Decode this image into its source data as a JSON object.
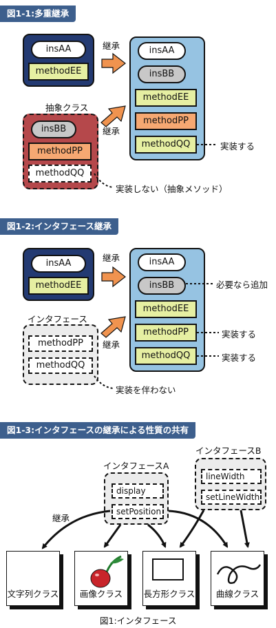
{
  "section1": {
    "title": "図1-1:多重継承",
    "parent1": {
      "inst": "insAA",
      "method": "methodEE"
    },
    "inherit_label_top": "継承",
    "abstract_label": "抽象クラス",
    "abstract_box": {
      "inst": "insBB",
      "method1": "methodPP",
      "method2": "methodQQ"
    },
    "inherit_label_bottom": "継承",
    "child": {
      "inst1": "insAA",
      "inst2": "insBB",
      "m1": "methodEE",
      "m2": "methodPP",
      "m3": "methodQQ"
    },
    "note_implement": "実装する",
    "note_abstract": "実装しない（抽象メソッド）"
  },
  "section2": {
    "title": "図1-2:インタフェース継承",
    "parent1": {
      "inst": "insAA",
      "method": "methodEE"
    },
    "inherit_label_top": "継承",
    "interface_label": "インタフェース",
    "interface_box": {
      "method1": "methodPP",
      "method2": "methodQQ"
    },
    "inherit_label_bottom": "継承",
    "child": {
      "inst1": "insAA",
      "inst2": "insBB",
      "m1": "methodEE",
      "m2": "methodPP",
      "m3": "methodQQ"
    },
    "note_add": "必要なら追加",
    "note_impl1": "実装する",
    "note_impl2": "実装する",
    "note_no_impl": "実装を伴わない"
  },
  "section3": {
    "title": "図1-3:インタフェースの継承による性質の共有",
    "interfaceA": {
      "label": "インタフェースA",
      "m1": "display",
      "m2": "setPosition"
    },
    "interfaceB": {
      "label": "インタフェースB",
      "m1": "lineWidth",
      "m2": "setLineWidth"
    },
    "inherit_label": "継承",
    "classes": [
      "文字列クラス",
      "画像クラス",
      "長方形クラス",
      "曲線クラス"
    ]
  },
  "caption": "図1:インタフェース"
}
